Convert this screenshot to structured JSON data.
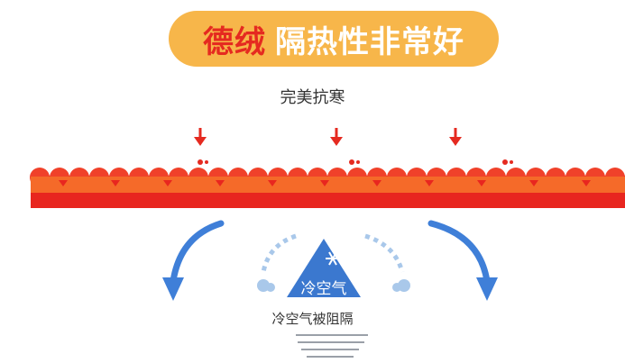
{
  "banner": {
    "title_part1": "德绒",
    "title_part2": "隔热性非常好"
  },
  "subtitle": "完美抗寒",
  "triangle_label": "冷空气",
  "under_label": "冷空气被阻隔",
  "icons": {
    "heat_arrow": "arrow-down-icon",
    "snowflake": "snowflake-icon",
    "deflect_arrow": "curved-arrow-icon"
  },
  "colors": {
    "banner_bg": "#f7b64a",
    "title_red": "#e52a20",
    "title_white": "#ffffff",
    "layer_red": "#e8261f",
    "layer_orange": "#f56a29",
    "bump_red": "#f0412a",
    "blue_solid": "#3f7fd8",
    "blue_light": "#a9c8ea",
    "triangle_blue": "#3b78cf",
    "lines_gray": "#9aa0a8"
  }
}
